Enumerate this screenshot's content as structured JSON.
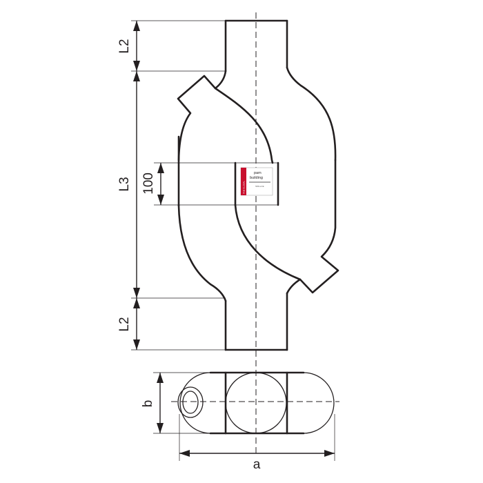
{
  "dimensions": {
    "l2_top": "L2",
    "l3": "L3",
    "l2_bottom": "L2",
    "width_100": "100",
    "b": "b",
    "a": "a"
  },
  "label": {
    "brand_line1": "pam",
    "brand_line2": "building",
    "code": "SMU+CE",
    "red_tab": "PAM GLOBAL"
  },
  "colors": {
    "line": "#231f20",
    "label_red": "#c8102e"
  }
}
